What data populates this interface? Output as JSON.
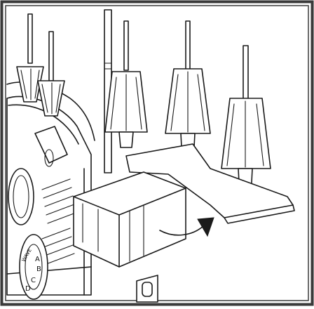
{
  "figure": {
    "dial_letters": [
      "A",
      "B",
      "C",
      "D"
    ],
    "dial_word": "WAVE",
    "colors": {
      "line": "#1a1a1a",
      "frame": "#3a3a3a",
      "background": "#ffffff",
      "arrow": "#1a1a1a"
    },
    "icons": [
      "spool-pin",
      "thread-cone",
      "cone-holder-tray",
      "curved-arrow",
      "tension-dial"
    ]
  }
}
